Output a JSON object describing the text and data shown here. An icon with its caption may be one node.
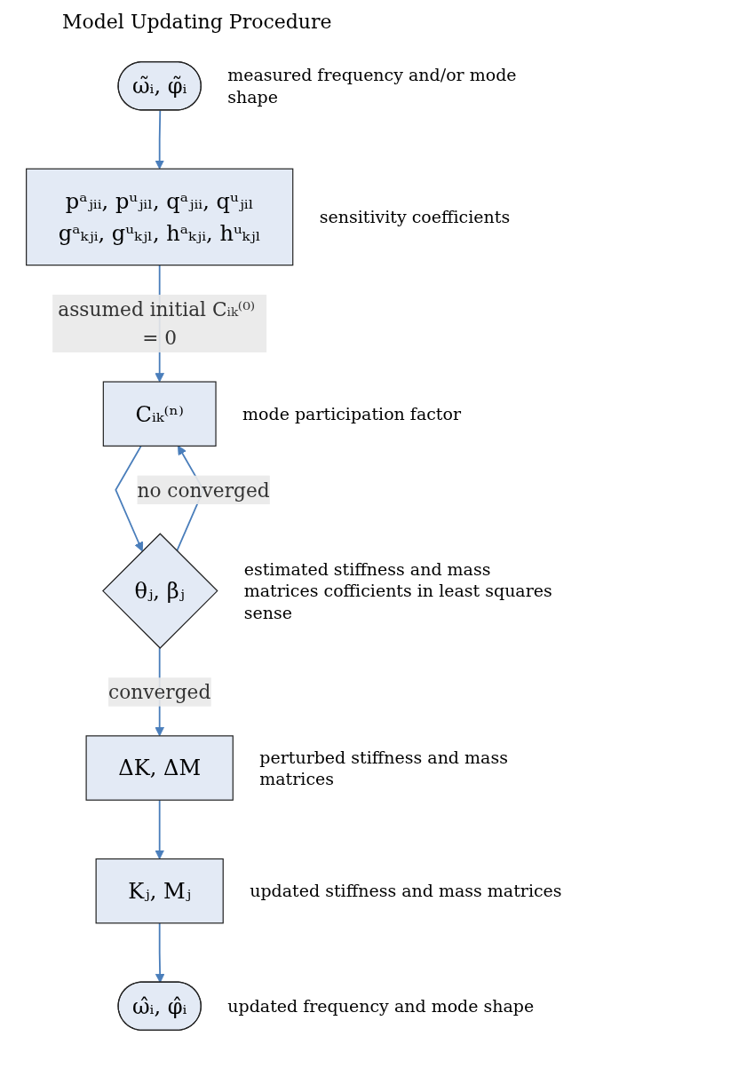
{
  "diagram": {
    "title": "Model Updating Procedure",
    "nodes": [
      {
        "text": [
          "ω̃ᵢ, φ̃ᵢ"
        ],
        "beside": [
          "measured frequency and/or mode shape"
        ]
      },
      {
        "text": [
          "pᵃⱼᵢᵢ, pᵘⱼᵢₗ, qᵃⱼᵢᵢ, qᵘⱼᵢₗ",
          "gᵃₖⱼᵢ, gᵘₖⱼₗ, hᵃₖⱼᵢ, hᵘₖⱼₗ"
        ],
        "beside": [
          "sensitivity coefficients"
        ]
      },
      {
        "text": [
          "Cᵢₖ⁽ⁿ⁾"
        ],
        "beside": [
          "mode participation factor"
        ]
      },
      {
        "text": [
          "θⱼ, βⱼ"
        ],
        "beside": [
          "estimated stiffness and mass matrices cofficients in least squares sense"
        ]
      },
      {
        "text": [
          "ΔK, ΔM"
        ],
        "beside": [
          "perturbed stiffness and mass matrices"
        ]
      },
      {
        "text": [
          "Kⱼ, Mⱼ"
        ],
        "beside": [
          "updated stiffness and mass matrices"
        ]
      },
      {
        "text": [
          "ω̂ᵢ, φ̂ᵢ"
        ],
        "beside": [
          "updated frequency and mode shape"
        ]
      }
    ],
    "edges": [
      {
        "from": 0,
        "to": 1,
        "arrow": "to"
      },
      {
        "from": 1,
        "to": 2,
        "arrow": "to",
        "label": "assumed initial Cᵢₖ⁽⁰⁾ = 0"
      },
      {
        "from": 2,
        "to": 3,
        "arrow": "to"
      },
      {
        "from": 3,
        "to": 2,
        "arrow": "to",
        "label": "no converged"
      },
      {
        "from": 3,
        "to": 4,
        "arrow": "to",
        "label": "converged"
      },
      {
        "from": 4,
        "to": 5,
        "arrow": "to"
      },
      {
        "from": 5,
        "to": 6,
        "arrow": "to"
      }
    ]
  }
}
